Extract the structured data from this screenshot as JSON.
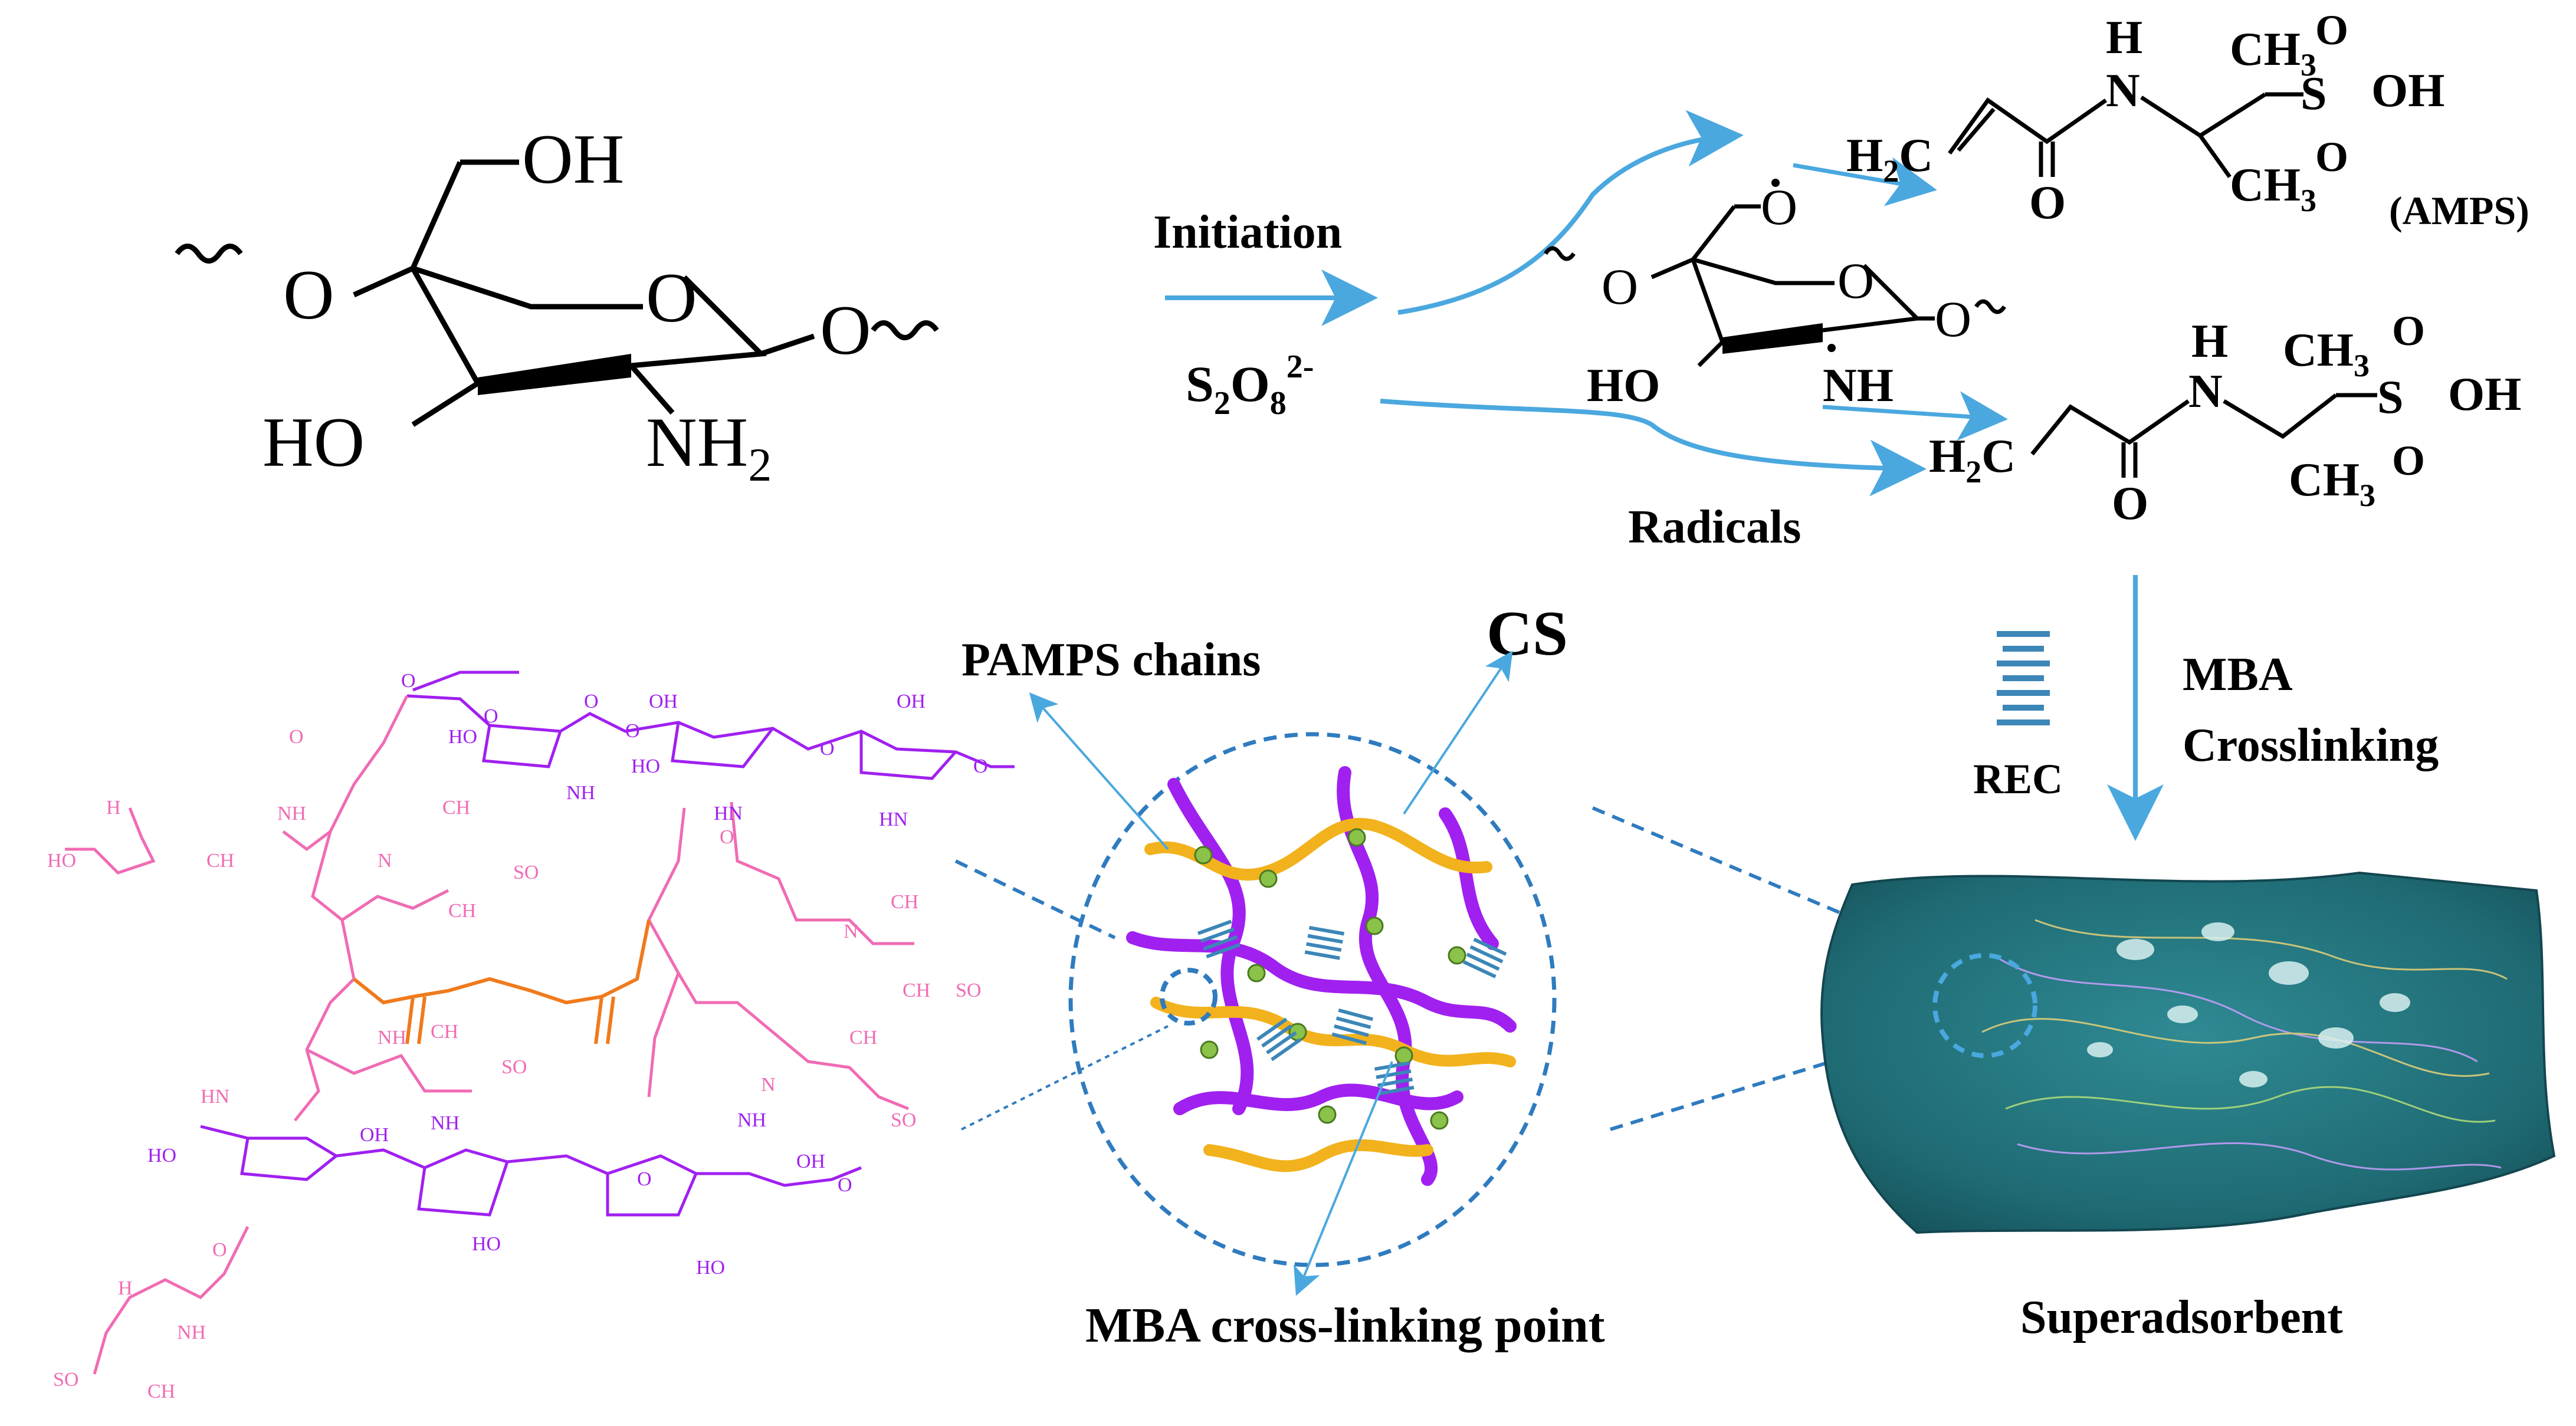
{
  "title": "",
  "colors": {
    "arrow": "#4aa8df",
    "dashed": "#2f7bbf",
    "pamps_pink": "#f06bb4",
    "chitosan_purple": "#a020f0",
    "crosslink_orange": "#f07a1c",
    "gel_teal": "#1f6b74",
    "node_green": "#8ac24a",
    "chain_yellow": "#f2b21d",
    "rec_blue": "#3c86b8"
  },
  "chitosan_unit": {
    "oh_top": "OH",
    "o_left": "O",
    "o_ring": "O",
    "o_right": "O",
    "ho": "HO",
    "nh": "NH",
    "nh_sub": "2"
  },
  "reaction": {
    "initiation": "Initiation",
    "initiator_main": "S",
    "initiator_sub1": "2",
    "initiator_o": "O",
    "initiator_sub2": "8",
    "initiator_charge": "2-",
    "radicals": "Radicals"
  },
  "radical_unit": {
    "o_dot": "O",
    "o_left": "O",
    "o_ring": "O",
    "o_right": "O",
    "ho": "HO",
    "nh": "NH"
  },
  "amps": {
    "label": "(AMPS)",
    "h2c": "H",
    "h2c_sub": "2",
    "h2c_c": "C",
    "o_carbonyl": "O",
    "n": "N",
    "h": "H",
    "ch3": "CH",
    "ch3_sub": "3",
    "s": "S",
    "o": "O",
    "oh": "OH"
  },
  "crosslinking": {
    "mba": "MBA",
    "crosslinking": "Crosslinking",
    "rec": "REC"
  },
  "network": {
    "pamps_chains": "PAMPS chains",
    "cs": "CS",
    "mba_point": "MBA cross-linking point"
  },
  "product": {
    "superadsorbent": "Superadsorbent"
  },
  "structure_labels": {
    "o": "O",
    "oh": "OH",
    "ho": "HO",
    "nh": "NH",
    "nh2": "NH",
    "n": "N",
    "hn": "HN",
    "h3c": "H",
    "ch3": "CH",
    "so3h": "SO",
    "ho3s": "HO"
  }
}
